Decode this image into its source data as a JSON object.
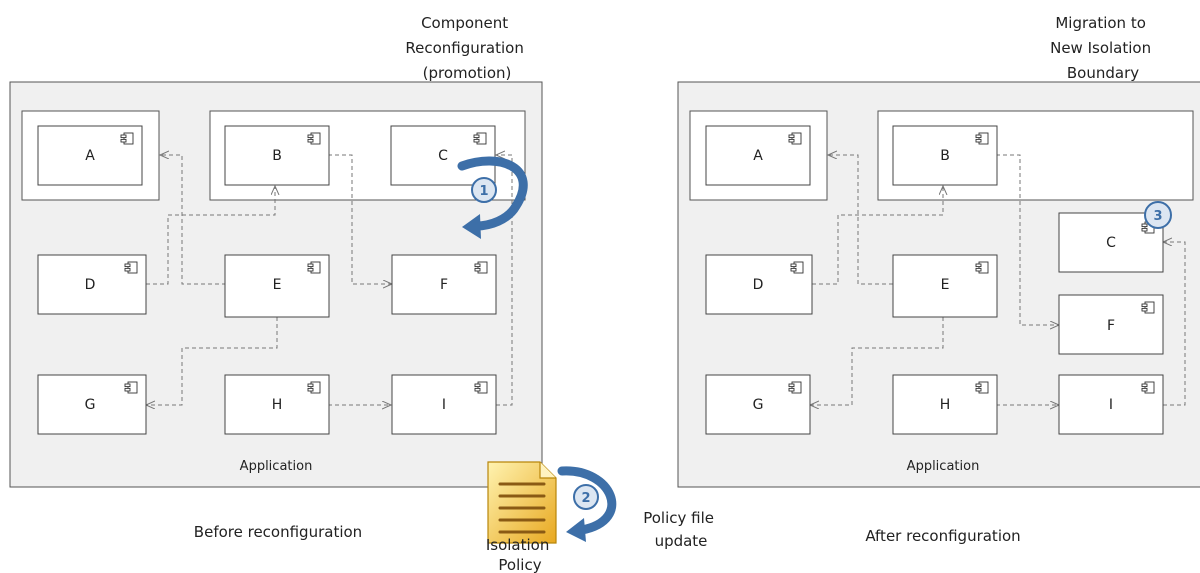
{
  "left": {
    "annotation_lines": [
      "Component",
      "Reconfiguration",
      "(promotion)"
    ],
    "app_label": "Application",
    "caption": "Before reconfiguration",
    "components": {
      "A": "A",
      "B": "B",
      "C": "C",
      "D": "D",
      "E": "E",
      "F": "F",
      "G": "G",
      "H": "H",
      "I": "I"
    },
    "step_badge": "1"
  },
  "right": {
    "annotation_lines": [
      "Migration to",
      "New Isolation",
      "Boundary"
    ],
    "app_label": "Application",
    "caption": "After reconfiguration",
    "components": {
      "A": "A",
      "B": "B",
      "C": "C",
      "D": "D",
      "E": "E",
      "F": "F",
      "G": "G",
      "H": "H",
      "I": "I"
    },
    "step_badge": "3"
  },
  "policy": {
    "doc_label_lines": [
      "Isolation",
      "Policy"
    ],
    "update_label_lines": [
      "Policy file",
      "update"
    ],
    "step_badge": "2"
  },
  "colors": {
    "app_fill": "#f0f0f0",
    "box_stroke": "#555555",
    "connector": "#777777",
    "rotate_arrow": "#3d6fa8",
    "badge_fill": "#dce6f2",
    "badge_text": "#3d6fa8",
    "doc_fill": "#f4c542"
  },
  "icons": [
    "component-icon",
    "rotate-arrow-icon",
    "policy-document-icon"
  ]
}
